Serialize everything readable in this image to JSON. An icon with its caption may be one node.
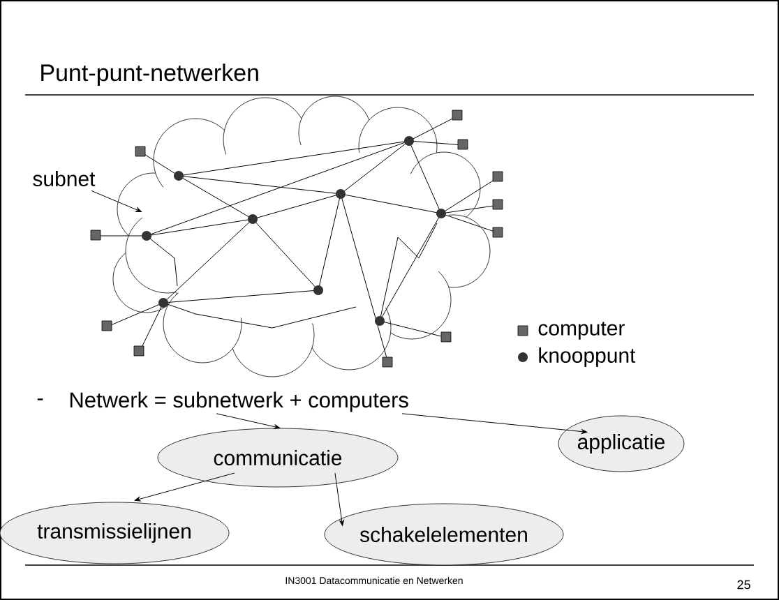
{
  "diagram": {
    "title": "Punt-punt-netwerken",
    "nodes": [
      {
        "text": [
          "subnet"
        ]
      },
      {
        "text": [],
        "shape": "cloud"
      },
      {
        "text": [
          "Netwerk  = subnetwerk + computers"
        ]
      },
      {
        "text": [
          "communicatie"
        ]
      },
      {
        "text": [
          "applicatie"
        ]
      },
      {
        "text": [
          "transmissielijnen"
        ]
      },
      {
        "text": [
          "schakelelementen"
        ]
      }
    ],
    "edges": [
      {
        "from": 0,
        "to": 1,
        "arrow": "to"
      },
      {
        "from": 2,
        "to": 3,
        "arrow": "to"
      },
      {
        "from": 2,
        "to": 4,
        "arrow": "to"
      },
      {
        "from": 3,
        "to": 5,
        "arrow": "to"
      },
      {
        "from": 3,
        "to": 6,
        "arrow": "to"
      }
    ],
    "labels": [
      "-",
      "IN3001 Datacommunicatie en Netwerken",
      "25"
    ],
    "legend": [
      {
        "text": "computer"
      },
      {
        "text": "knooppunt"
      }
    ]
  }
}
